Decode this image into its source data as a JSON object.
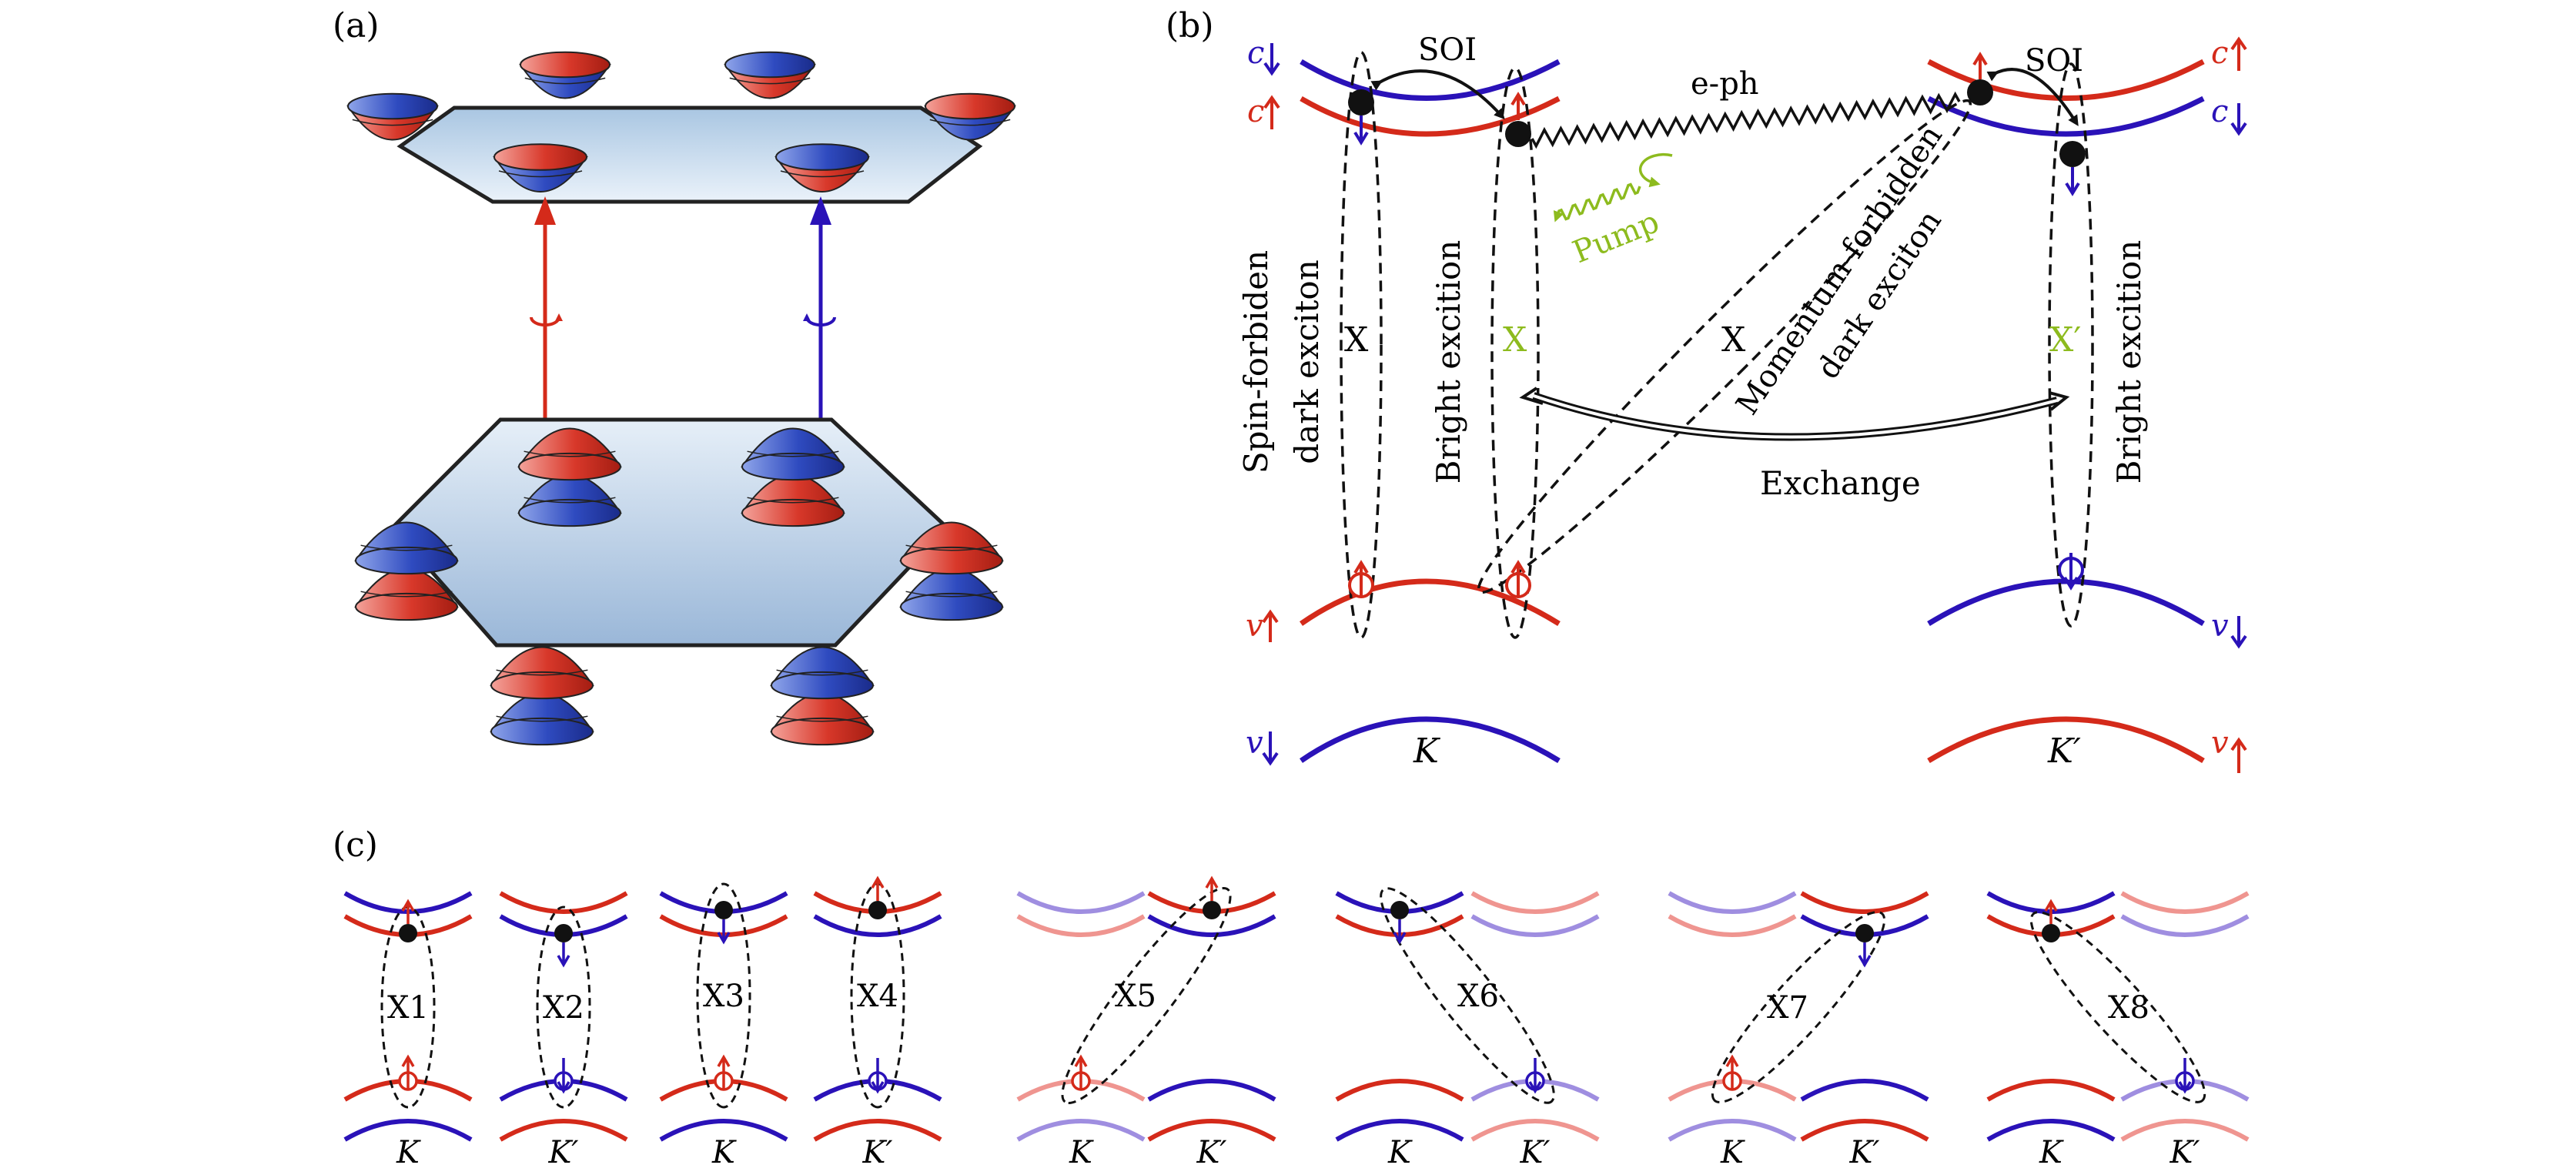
{
  "panel_labels": {
    "a": "(a)",
    "b": "(b)",
    "c": "(c)"
  },
  "colors": {
    "red": "#d42a1a",
    "blue": "#2a12b8",
    "red_light": "#ef9590",
    "blue_light": "#9f8ee0",
    "pump": "#8dbb1e",
    "dark": "#111111"
  },
  "panel_b": {
    "soi_left": "SOI",
    "soi_right": "SOI",
    "eph": "e-ph",
    "pump": "Pump",
    "c_left_top": "c",
    "c_left_bottom": "c",
    "c_right_top": "c",
    "c_right_bottom": "c",
    "v_left_top": "v",
    "v_left_bottom": "v",
    "v_right_top": "v",
    "v_right_bottom": "v",
    "spin_forbidden_1": "Spin-forbiden",
    "spin_forbidden_2": "dark exciton",
    "x_spin": "X",
    "bright_left": "Bright excition",
    "x_bright": "X",
    "x_momentum": "X",
    "momentum_1": "Momentum-forbidden",
    "momentum_2": "dark exciton",
    "x_prime": "X′",
    "bright_right": "Bright excition",
    "exchange": "Exchange",
    "k_left": "K",
    "k_right": "K′"
  },
  "panel_c": {
    "excitons": [
      "X1",
      "X2",
      "X3",
      "X4",
      "X5",
      "X6",
      "X7",
      "X8"
    ],
    "valleys": [
      "K",
      "K′",
      "K",
      "K′",
      "K",
      "K′",
      "K",
      "K′",
      "K",
      "K′",
      "K",
      "K′"
    ]
  }
}
